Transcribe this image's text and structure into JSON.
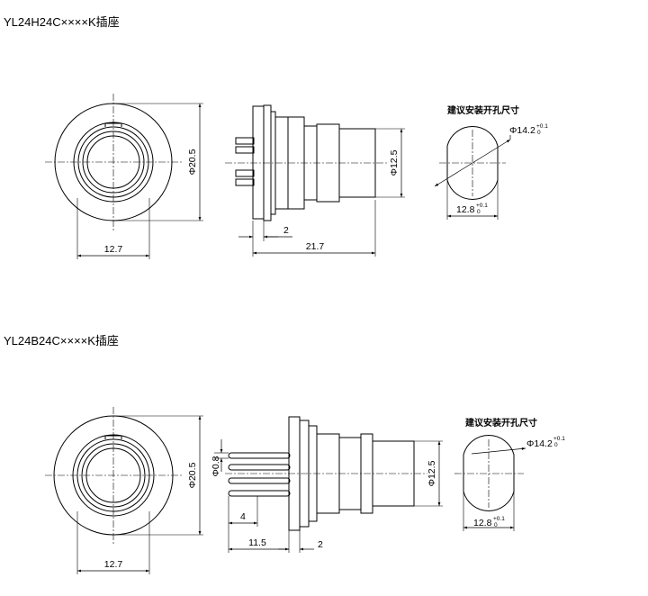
{
  "drawing1": {
    "title": "YL24H24C××××K插座",
    "front": {
      "diameter": "Φ20.5",
      "width": "12.7"
    },
    "side": {
      "dia": "Φ12.5",
      "flange": "2",
      "length": "21.7"
    },
    "cutout": {
      "label": "建议安装开孔尺寸",
      "dia": "Φ14.2",
      "dia_tol_upper": "+0.1",
      "dia_tol_lower": "0",
      "flat": "12.8",
      "flat_tol_upper": "+0.1",
      "flat_tol_lower": "0"
    }
  },
  "drawing2": {
    "title": "YL24B24C××××K插座",
    "front": {
      "diameter": "Φ20.5",
      "width": "12.7"
    },
    "side": {
      "pin_dia": "Φ0.8",
      "pin_len": "4",
      "pin_total": "11.5",
      "flange": "2",
      "dia": "Φ12.5"
    },
    "cutout": {
      "label": "建议安装开孔尺寸",
      "dia": "Φ14.2",
      "dia_tol_upper": "+0.1",
      "dia_tol_lower": "0",
      "flat": "12.8",
      "flat_tol_upper": "+0.1",
      "flat_tol_lower": "0"
    }
  }
}
